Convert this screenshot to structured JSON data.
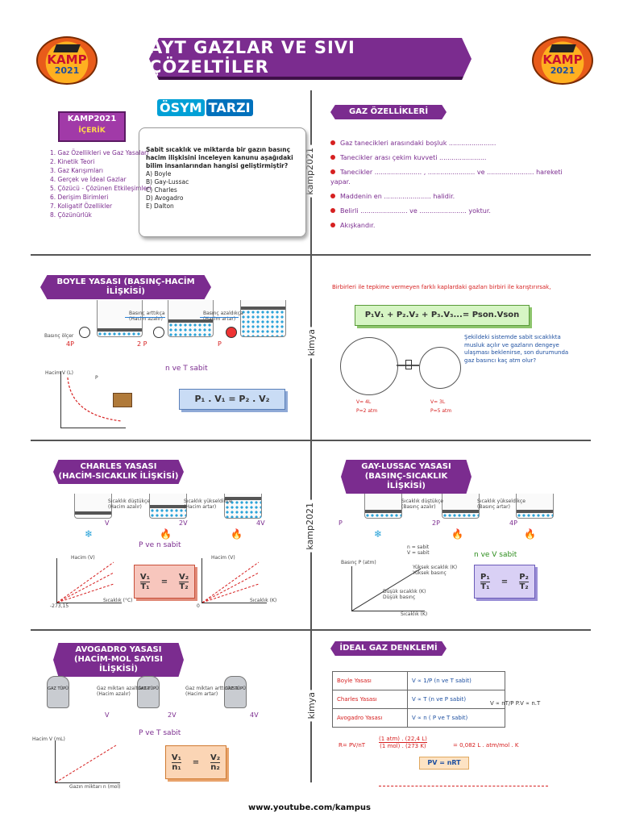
{
  "header": {
    "title": "AYT GAZLAR VE SIVI ÇÖZELTİLER"
  },
  "logo": {
    "brand": "KAMP",
    "year": "2021"
  },
  "side_labels": {
    "s1": "kamp2021",
    "s2": "kimya",
    "s3": "kamp2021",
    "s4": "kimya"
  },
  "contents": {
    "sign_title": "KAMP2021",
    "sign_sub": "İÇERİK",
    "items": [
      "1. Gaz Özellikleri ve Gaz Yasaları",
      "2. Kinetik Teori",
      "3. Gaz Karışımları",
      "4. Gerçek ve İdeal Gazlar",
      "5. Çözücü - Çözünen Etkileşimleri",
      "6. Derişim Birimleri",
      "7. Koligatif Özellikler",
      "8. Çözünürlük"
    ]
  },
  "osym": {
    "part1": "ÖSYM",
    "part2": "TARZI"
  },
  "question": {
    "stem": "Sabit sıcaklık ve miktarda bir gazın basınç hacim ilişkisini inceleyen kanunu aşağıdaki bilim insanlarından hangisi geliştirmiştir?",
    "options": [
      "A) Boyle",
      "B) Gay-Lussac",
      "C) Charles",
      "D) Avogadro",
      "E) Dalton"
    ]
  },
  "gas_props": {
    "title": "GAZ ÖZELLİKLERİ",
    "lines": [
      "Gaz tanecikleri arasındaki boşluk .......................",
      "Tanecikler arası çekim kuvveti .......................",
      "Tanecikler ....................... , ....................... ve ....................... hareketi yapar.",
      "Maddenin en ....................... halidir.",
      "Belirli ....................... ve ....................... yoktur.",
      "Akışkandır."
    ]
  },
  "boyle": {
    "title": "BOYLE YASASI (BASINÇ-HACİM İLİŞKİSİ)",
    "label_atm": "Basınç ölçer",
    "p1": "4P",
    "p2": "2 P",
    "p3": "P",
    "arrow1": "Basınç arttıkça",
    "arrow1b": "(Hacim azalır)",
    "arrow2": "Basınç azaldıkça",
    "arrow2b": "(Hacim artar)",
    "constant": "n ve T sabit",
    "axis_y": "Hacim V (L)",
    "axis_x": "P",
    "formula": "P₁ . V₁ = P₂ . V₂"
  },
  "mixture": {
    "intro": "Birbirleri ile tepkime vermeyen farklı kaplardaki gazları birbiri ile karıştırırsak,",
    "formula": "P₁V₁ + P₂.V₂ + P₃.V₃...= Pson.Vson",
    "question": "Şekildeki sistemde sabit sıcaklıkta musluk açılır ve gazların dengeye ulaşması beklenirse, son durumunda gaz basıncı kaç atm olur?",
    "left_v": "V= 4L",
    "left_p": "P=2 atm",
    "right_v": "V= 3L",
    "right_p": "P=5 atm"
  },
  "charles": {
    "title1": "CHARLES YASASI",
    "title2": "(HACİM-SICAKLIK İLİŞKİSİ)",
    "arrow1": "Sıcaklık düştükçe",
    "arrow1b": "(Hacim azalır)",
    "arrow2": "Sıcaklık yükseldikçe",
    "arrow2b": "(Hacim artar)",
    "v1": "V",
    "v2": "2V",
    "v3": "4V",
    "constant": "P ve n sabit",
    "axis_y1": "Hacim (V)",
    "axis_y2": "Hacim (V)",
    "axis_x1": "Sıcaklık (°C)",
    "axis_x2": "Sıcaklık (K)",
    "zero1": "-273,15",
    "zero2": "0",
    "formula_num1": "V₁",
    "formula_den1": "T₁",
    "formula_num2": "V₂",
    "formula_den2": "T₂"
  },
  "gaylussac": {
    "title1": "GAY-LUSSAC YASASI",
    "title2": "(BASINÇ-SICAKLIK İLİŞKİSİ)",
    "arrow1": "Sıcaklık düştükçe",
    "arrow1b": "(Basınç azalır)",
    "arrow2": "Sıcaklık yükseldikçe",
    "arrow2b": "(Basınç artar)",
    "p1": "P",
    "p2": "2P",
    "p3": "4P",
    "legend1": "n = sabit",
    "legend2": "V = sabit",
    "note1": "Yüksek sıcaklık (K)",
    "note1b": "Yüksek basınç",
    "note2": "Düşük sıcaklık (K)",
    "note2b": "Düşük basınç",
    "axis_y": "Basınç P (atm)",
    "axis_x": "Sıcaklık (K)",
    "constant": "n ve V sabit",
    "formula_num1": "P₁",
    "formula_den1": "T₁",
    "formula_num2": "P₂",
    "formula_den2": "T₂"
  },
  "avogadro": {
    "title1": "AVOGADRO YASASI",
    "title2": "(HACİM-MOL SAYISI İLİŞKİSİ)",
    "tank": "GAZ TÜPÜ",
    "arrow1": "Gaz miktarı azaltılırsa",
    "arrow1b": "(Hacim azalır)",
    "arrow2": "Gaz miktarı arttırılırsa",
    "arrow2b": "(Hacim artar)",
    "v1": "V",
    "v2": "2V",
    "v3": "4V",
    "constant": "P ve T sabit",
    "axis_y": "Hacim V (mL)",
    "axis_x": "Gazın miktarı n (mol)",
    "formula_num1": "V₁",
    "formula_den1": "n₁",
    "formula_num2": "V₂",
    "formula_den2": "n₂"
  },
  "ideal": {
    "title": "İDEAL GAZ DENKLEMİ",
    "rows": [
      {
        "law": "Boyle Yasası",
        "rel": "V ∝ 1/P (n ve T sabit)"
      },
      {
        "law": "Charles Yasası",
        "rel": "V ∝ T (n ve P sabit)"
      },
      {
        "law": "Avogadro Yasası",
        "rel": "V ∝ n ( P ve T sabit)"
      }
    ],
    "combined": "V ∝ nT/P   P.V ∝ n.T",
    "r_lhs": "R= PV/nT",
    "r_calc_num": "(1 atm) . (22,4 L)",
    "r_calc_den": "(1 mol) . (273 K)",
    "r_value": "= 0,082 L . atm/mol . K",
    "pv": "PV = nRT"
  },
  "footer": {
    "url": "www.youtube.com/kampus"
  }
}
